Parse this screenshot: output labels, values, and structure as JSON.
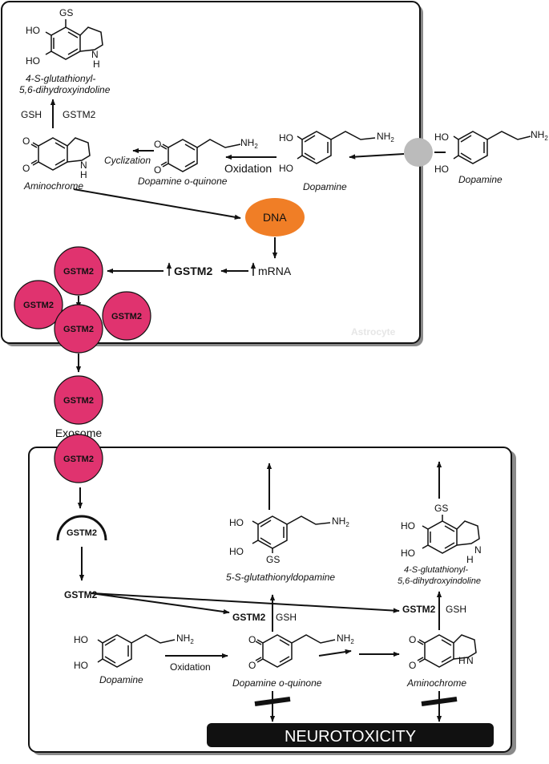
{
  "astrocyte": {
    "label": "Astrocyte",
    "dopamine_out": "Dopamine",
    "dopamine_in": "Dopamine",
    "oxidation": "Oxidation",
    "quinone": "Dopamine o-quinone",
    "cyclization": "Cyclization",
    "aminochrome": "Aminochrome",
    "gsh": "GSH",
    "gstm2_enzyme": "GSTM2",
    "product_line1": "4-S-glutathionyl-",
    "product_line2": "5,6-dihydroxyindoline",
    "dna": "DNA",
    "mrna": "mRNA",
    "gstm2_up": "GSTM2",
    "circle_labels": [
      "GSTM2",
      "GSTM2",
      "GSTM2",
      "GSTM2"
    ]
  },
  "exosome": {
    "circle_label": "GSTM2",
    "label": "Exosome",
    "entering_label": "GSTM2"
  },
  "neuron": {
    "receptor_label": "GSTM2",
    "free_gstm2": "GSTM2",
    "dopamine": "Dopamine",
    "oxidation": "Oxidation",
    "quinone": "Dopamine o-quinone",
    "aminochrome": "Aminochrome",
    "gstm2_left": "GSTM2",
    "gsh_left": "GSH",
    "gstm2_right": "GSTM2",
    "gsh_right": "GSH",
    "product_left": "5-S-glutathionyldopamine",
    "product_right_line1": "4-S-glutathionyl-",
    "product_right_line2": "5,6-dihydroxyindoline",
    "neurotoxicity": "NEUROTOXICITY"
  },
  "chem": {
    "ho": "HO",
    "o": "O",
    "nh2": "NH",
    "sub2": "2",
    "gs": "GS",
    "n": "N",
    "h": "H"
  },
  "colors": {
    "gstm2_fill": "#E0336F",
    "dna_fill": "#F07E26",
    "receptor_fill": "#BBBBBB",
    "frame_shadow": "#8a8a8a",
    "neurotoxicity_fill": "#111111"
  }
}
